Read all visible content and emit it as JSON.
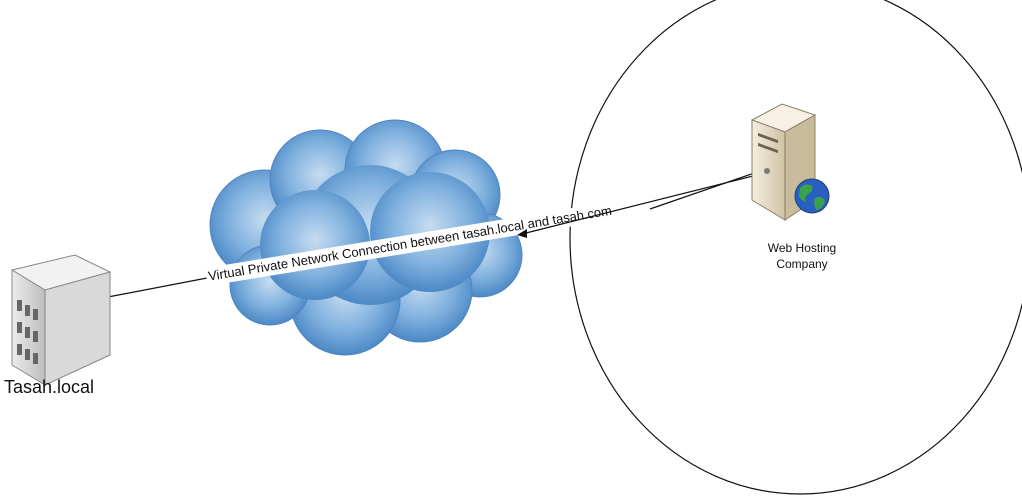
{
  "diagram": {
    "nodes": {
      "office": {
        "label": "Tasah.local",
        "icon": "office-building-icon"
      },
      "server": {
        "label_line1": "Web Hosting",
        "label_line2": "Company",
        "icon": "web-server-icon"
      },
      "cloud": {
        "icon": "internet-cloud-icon"
      }
    },
    "connection": {
      "label": "Virtual Private Network Connection between tasah.local and tasah.com"
    },
    "colors": {
      "cloud": "#6fa6d6",
      "cloud_shadow": "#3f7fbf",
      "line": "#111111",
      "server_body": "#e6dcc4",
      "globe_water": "#2a5fbf",
      "globe_land": "#3aa34a"
    }
  }
}
